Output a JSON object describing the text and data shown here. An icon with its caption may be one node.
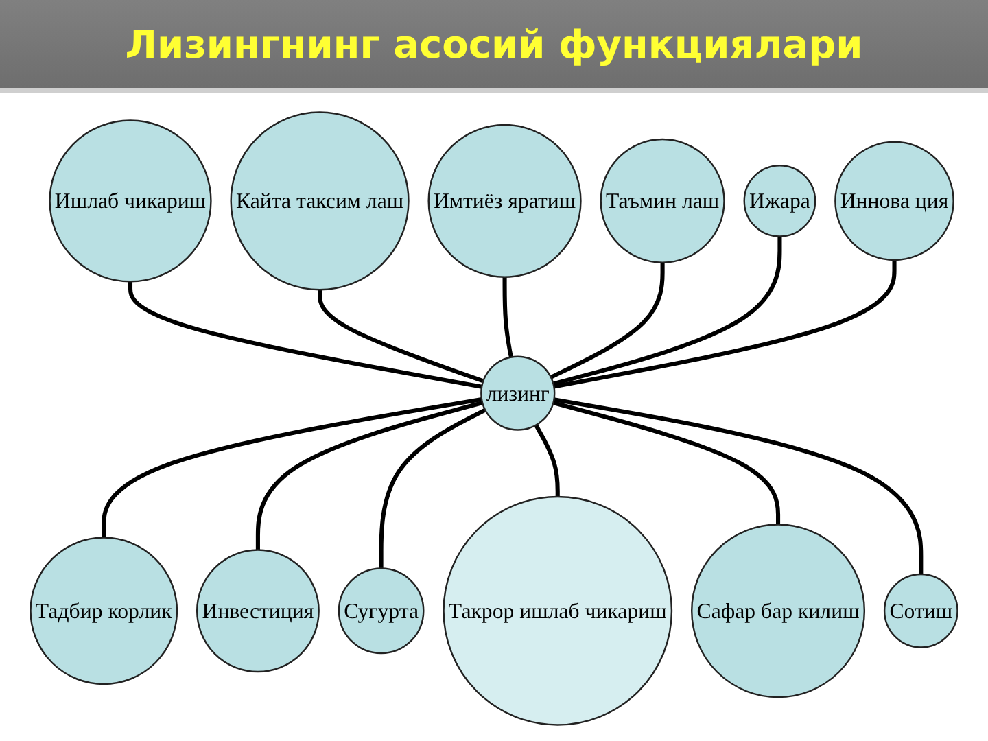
{
  "diagram": {
    "title": "Лизингнинг асосий функциялари",
    "nodes": [
      {
        "text": [
          "лизинг"
        ]
      },
      {
        "text": [
          "Ишлаб чикариш"
        ]
      },
      {
        "text": [
          "Кайта таксим лаш"
        ]
      },
      {
        "text": [
          "Имтиёз яратиш"
        ]
      },
      {
        "text": [
          "Тадбир корлик"
        ]
      },
      {
        "text": [
          "Инвестиция"
        ]
      },
      {
        "text": [
          "Сугурта"
        ]
      },
      {
        "text": [
          "Такрор ишлаб чикариш"
        ]
      },
      {
        "text": [
          "Сафар бар килиш"
        ]
      },
      {
        "text": [
          "Сотиш"
        ]
      },
      {
        "text": [
          "Таъмин лаш"
        ]
      },
      {
        "text": [
          "Ижара"
        ]
      },
      {
        "text": [
          "Иннова ция"
        ]
      }
    ],
    "edges": [
      {
        "from": 0,
        "to": 1,
        "arrow": "none"
      },
      {
        "from": 0,
        "to": 2,
        "arrow": "none"
      },
      {
        "from": 0,
        "to": 3,
        "arrow": "none"
      },
      {
        "from": 0,
        "to": 4,
        "arrow": "none"
      },
      {
        "from": 0,
        "to": 5,
        "arrow": "none"
      },
      {
        "from": 0,
        "to": 6,
        "arrow": "none"
      },
      {
        "from": 0,
        "to": 7,
        "arrow": "none"
      },
      {
        "from": 0,
        "to": 8,
        "arrow": "none"
      },
      {
        "from": 0,
        "to": 9,
        "arrow": "none"
      },
      {
        "from": 0,
        "to": 10,
        "arrow": "none"
      },
      {
        "from": 0,
        "to": 11,
        "arrow": "none"
      },
      {
        "from": 0,
        "to": 12,
        "arrow": "none"
      }
    ]
  }
}
